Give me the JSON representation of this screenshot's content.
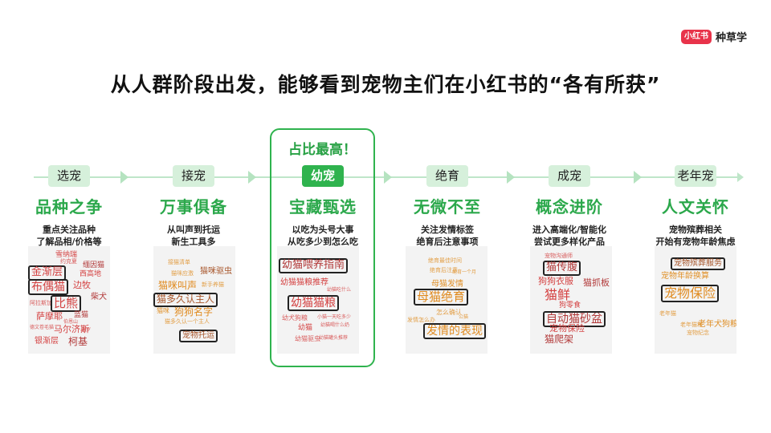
{
  "brand": {
    "logo_text": "小红书",
    "name": "种草学"
  },
  "title": "从人群阶段出发，能够看到宠物主们在小红书的“各有所获”",
  "highlight_note": "占比最高！",
  "stages": [
    {
      "tag": "选宠",
      "heading": "品种之争",
      "desc": [
        "重点关注品种",
        "了解品相/价格等"
      ],
      "cloud": [
        "雪纳瑞",
        "约克夏",
        "缅因猫",
        "金渐层",
        "西高地",
        "布偶猫",
        "边牧",
        "阿拉斯加",
        "柴犬",
        "比熊",
        "萨摩耶",
        "蓝猫",
        "马尔济斯",
        "银渐层",
        "柯基",
        "伯恩山",
        "德文卷毛猫",
        "暹罗"
      ]
    },
    {
      "tag": "接宠",
      "heading": "万事俱备",
      "desc": [
        "从叫声到托运",
        "新生工具多"
      ],
      "cloud": [
        "猫咪驱虫",
        "接猫清单",
        "猫咪叫声",
        "猫多久认主人",
        "狗狗名字",
        "宠物托运",
        "猫咪",
        "猫多久认一个主人",
        "猫咪应激",
        "新手养猫"
      ]
    },
    {
      "tag": "幼宠",
      "heading": "宝藏甄选",
      "desc": [
        "以吃为头号大事",
        "从吃多少到怎么吃"
      ],
      "cloud": [
        "幼猫喂养指南",
        "幼猫猫粮推荐",
        "幼猫猫粮",
        "幼犬狗粮",
        "幼猫",
        "幼猫驱虫",
        "幼猫喝什么奶",
        "小猫一天吃多少",
        "幼猫罐头推荐",
        "幼猫吃什么"
      ]
    },
    {
      "tag": "绝育",
      "heading": "无微不至",
      "desc": [
        "关注发情标签",
        "绝育后注意事项"
      ],
      "cloud": [
        "绝育最佳时间",
        "绝育后注意",
        "母猫发情",
        "母猫绝育",
        "怎么确认",
        "发情怎么办",
        "发情的表现",
        "绝育一个月",
        "公猫"
      ]
    },
    {
      "tag": "成宠",
      "heading": "概念进阶",
      "desc": [
        "进入高端化/智能化",
        "尝试更多样化产品"
      ],
      "cloud": [
        "宠物沟通师",
        "猫传腹",
        "狗狗衣服",
        "猫抓板",
        "猫鲜",
        "狗零食",
        "自动猫砂盆",
        "宠物保险",
        "猫爬架"
      ]
    },
    {
      "tag": "老年宠",
      "heading": "人文关怀",
      "desc": [
        "宠物殡葬相关",
        "开始有宠物年龄焦虑"
      ],
      "cloud": [
        "宠物殡葬服务",
        "宠物年龄换算",
        "宠物保险",
        "老年犬狗粮",
        "老年猫",
        "老年猫粮",
        "宠物纪念"
      ]
    }
  ],
  "colors": {
    "brand_red": "#e8334a",
    "accent_green": "#2fb34e",
    "light_green": "#d6f0db",
    "word_red": "#d44242",
    "word_orange": "#e0912a"
  }
}
